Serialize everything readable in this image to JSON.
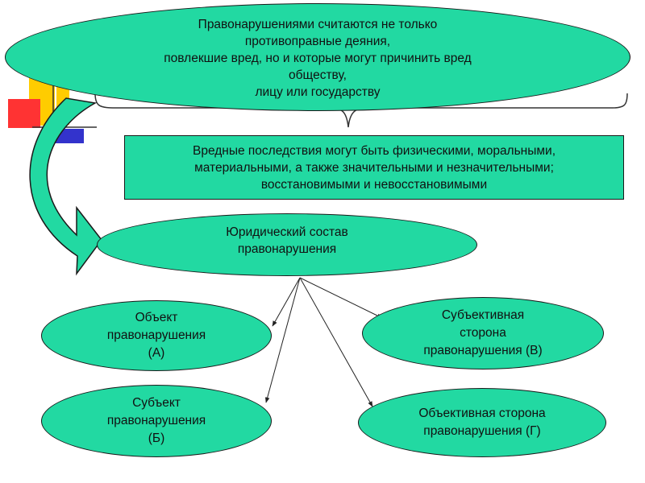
{
  "diagram": {
    "top": {
      "text": "Правонарушениями считаются не только\nпротивоправные деяния,\nповлекшие вред, но и которые могут причинить вред\nобществу,\nлицу или государству"
    },
    "consequences": {
      "text": "Вредные последствия могут быть физическими, моральными,\nматериальными, а также значительными и незначительными;\nвосстановимыми и невосстановимыми"
    },
    "legal_composition": {
      "text": "Юридический состав\nправонарушения"
    },
    "elements": [
      {
        "id": "object",
        "text": "Объект\nправонарушения\n(А)"
      },
      {
        "id": "subject",
        "text": "Субъект\nправонарушения\n(Б)"
      },
      {
        "id": "subjective_side",
        "text": "Субъективная\nсторона\nправонарушения (В)"
      },
      {
        "id": "objective_side",
        "text": "Объективная сторона\nправонарушения (Г)"
      }
    ],
    "colors": {
      "fill": "#22d9a2",
      "stroke": "#1a1a1a",
      "decor_yellow": "#ffcc00",
      "decor_red": "#ff3333",
      "decor_blue": "#3333cc"
    }
  }
}
